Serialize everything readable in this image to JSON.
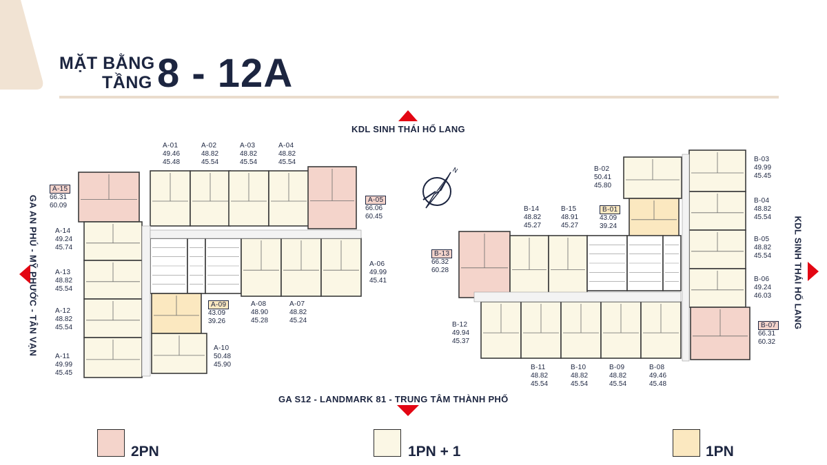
{
  "title": {
    "line1": "MẶT BẰNG",
    "line2": "TẦNG",
    "floors": "8 - 12A"
  },
  "directions": {
    "top": "KDL SINH THÁI HỐ LANG",
    "bottom": "GA S12 - LANDMARK 81 - TRUNG TÂM THÀNH PHỐ",
    "left": "GA AN PHÚ - MỸ PHƯỚC - TÂN VẠN",
    "right": "KDL SINH THÁI HỐ LANG"
  },
  "colors": {
    "two_br": "#f4d4cb",
    "one_br_plus": "#fbf7e5",
    "one_br": "#fbe8c0",
    "accent_red": "#e30613",
    "title_rule": "#eadccd",
    "corner": "#f1e3d3"
  },
  "units": [
    {
      "code": "A-01",
      "area_gross": "49.46",
      "area_net": "45.48"
    },
    {
      "code": "A-02",
      "area_gross": "48.82",
      "area_net": "45.54"
    },
    {
      "code": "A-03",
      "area_gross": "48.82",
      "area_net": "45.54"
    },
    {
      "code": "A-04",
      "area_gross": "48.82",
      "area_net": "45.54"
    },
    {
      "code": "A-05",
      "area_gross": "66.06",
      "area_net": "60.45"
    },
    {
      "code": "A-06",
      "area_gross": "49.99",
      "area_net": "45.41"
    },
    {
      "code": "A-07",
      "area_gross": "48.82",
      "area_net": "45.24"
    },
    {
      "code": "A-08",
      "area_gross": "48.90",
      "area_net": "45.28"
    },
    {
      "code": "A-09",
      "area_gross": "43.09",
      "area_net": "39.26"
    },
    {
      "code": "A-10",
      "area_gross": "50.48",
      "area_net": "45.90"
    },
    {
      "code": "A-11",
      "area_gross": "49.99",
      "area_net": "45.45"
    },
    {
      "code": "A-12",
      "area_gross": "48.82",
      "area_net": "45.54"
    },
    {
      "code": "A-13",
      "area_gross": "48.82",
      "area_net": "45.54"
    },
    {
      "code": "A-14",
      "area_gross": "49.24",
      "area_net": "45.74"
    },
    {
      "code": "A-15",
      "area_gross": "66.31",
      "area_net": "60.09"
    },
    {
      "code": "B-01",
      "area_gross": "43.09",
      "area_net": "39.24"
    },
    {
      "code": "B-02",
      "area_gross": "50.41",
      "area_net": "45.80"
    },
    {
      "code": "B-03",
      "area_gross": "49.99",
      "area_net": "45.45"
    },
    {
      "code": "B-04",
      "area_gross": "48.82",
      "area_net": "45.54"
    },
    {
      "code": "B-05",
      "area_gross": "48.82",
      "area_net": "45.54"
    },
    {
      "code": "B-06",
      "area_gross": "49.24",
      "area_net": "46.03"
    },
    {
      "code": "B-07",
      "area_gross": "66.31",
      "area_net": "60.32"
    },
    {
      "code": "B-08",
      "area_gross": "49.46",
      "area_net": "45.48"
    },
    {
      "code": "B-09",
      "area_gross": "48.82",
      "area_net": "45.54"
    },
    {
      "code": "B-10",
      "area_gross": "48.82",
      "area_net": "45.54"
    },
    {
      "code": "B-11",
      "area_gross": "48.82",
      "area_net": "45.54"
    },
    {
      "code": "B-12",
      "area_gross": "49.94",
      "area_net": "45.37"
    },
    {
      "code": "B-13",
      "area_gross": "66.32",
      "area_net": "60.28"
    },
    {
      "code": "B-14",
      "area_gross": "48.82",
      "area_net": "45.27"
    },
    {
      "code": "B-15",
      "area_gross": "48.91",
      "area_net": "45.27"
    }
  ],
  "legend": [
    {
      "label": "2PN",
      "color": "#f4d4cb"
    },
    {
      "label": "1PN + 1",
      "color": "#fbf7e5"
    },
    {
      "label": "1PN",
      "color": "#fbe8c0"
    }
  ],
  "compass_icon": "compass-north-icon"
}
